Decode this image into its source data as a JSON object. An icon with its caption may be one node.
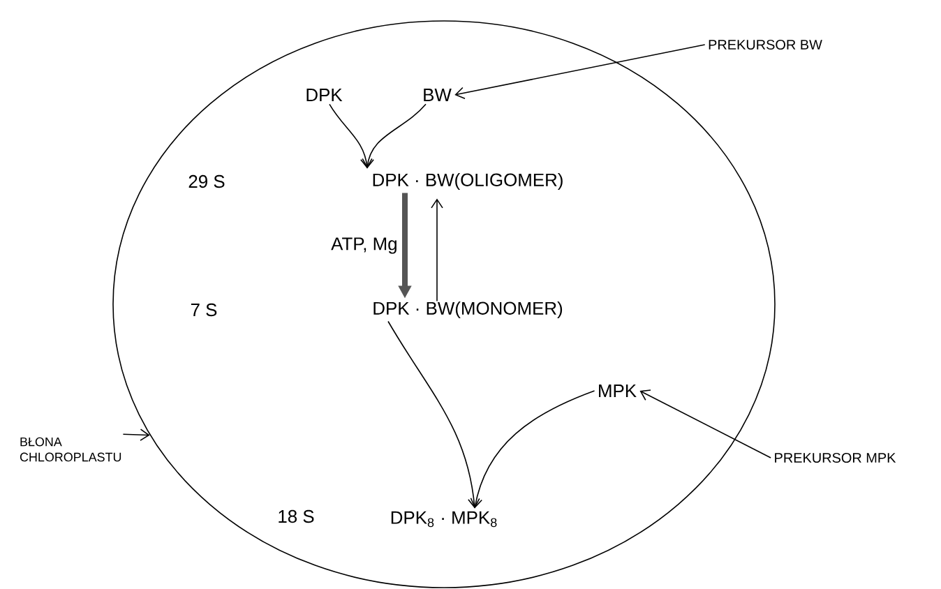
{
  "diagram": {
    "nodes": [
      {
        "text": [],
        "shape": "circle"
      },
      {
        "text": [
          "PREKURSOR BW"
        ]
      },
      {
        "text": [
          "DPK"
        ],
        "in": 0
      },
      {
        "text": [
          "BW"
        ],
        "in": 0
      },
      {
        "text": [
          "DPK · BW(OLIGOMER)"
        ],
        "in": 0
      },
      {
        "text": [
          "DPK · BW(MONOMER)"
        ],
        "in": 0
      },
      {
        "text": [
          "MPK"
        ],
        "in": 0
      },
      {
        "text": [
          "PREKURSOR MPK"
        ]
      },
      {
        "text": [
          "DPK$_{8}$ · MPK$_{8}$"
        ],
        "in": 0
      },
      {
        "text": [
          "BŁONA CHLOROPLASTU"
        ]
      }
    ],
    "edges": [
      {
        "from": 1,
        "to": 3,
        "arrow": "to"
      },
      {
        "from": 2,
        "to": 4,
        "arrow": "to"
      },
      {
        "from": 3,
        "to": 4,
        "arrow": "to"
      },
      {
        "from": 4,
        "to": 5,
        "arrow": "to",
        "style": "thick",
        "color": "#555555",
        "label": "ATP, Mg"
      },
      {
        "from": 5,
        "to": 4,
        "arrow": "to"
      },
      {
        "from": 5,
        "to": 8,
        "arrow": "to"
      },
      {
        "from": 6,
        "to": 8,
        "arrow": "to"
      },
      {
        "from": 7,
        "to": 6,
        "arrow": "to"
      },
      {
        "from": 9,
        "to": 0,
        "arrow": "to"
      }
    ],
    "labels": [
      "29 S",
      "7 S",
      "18 S"
    ]
  }
}
